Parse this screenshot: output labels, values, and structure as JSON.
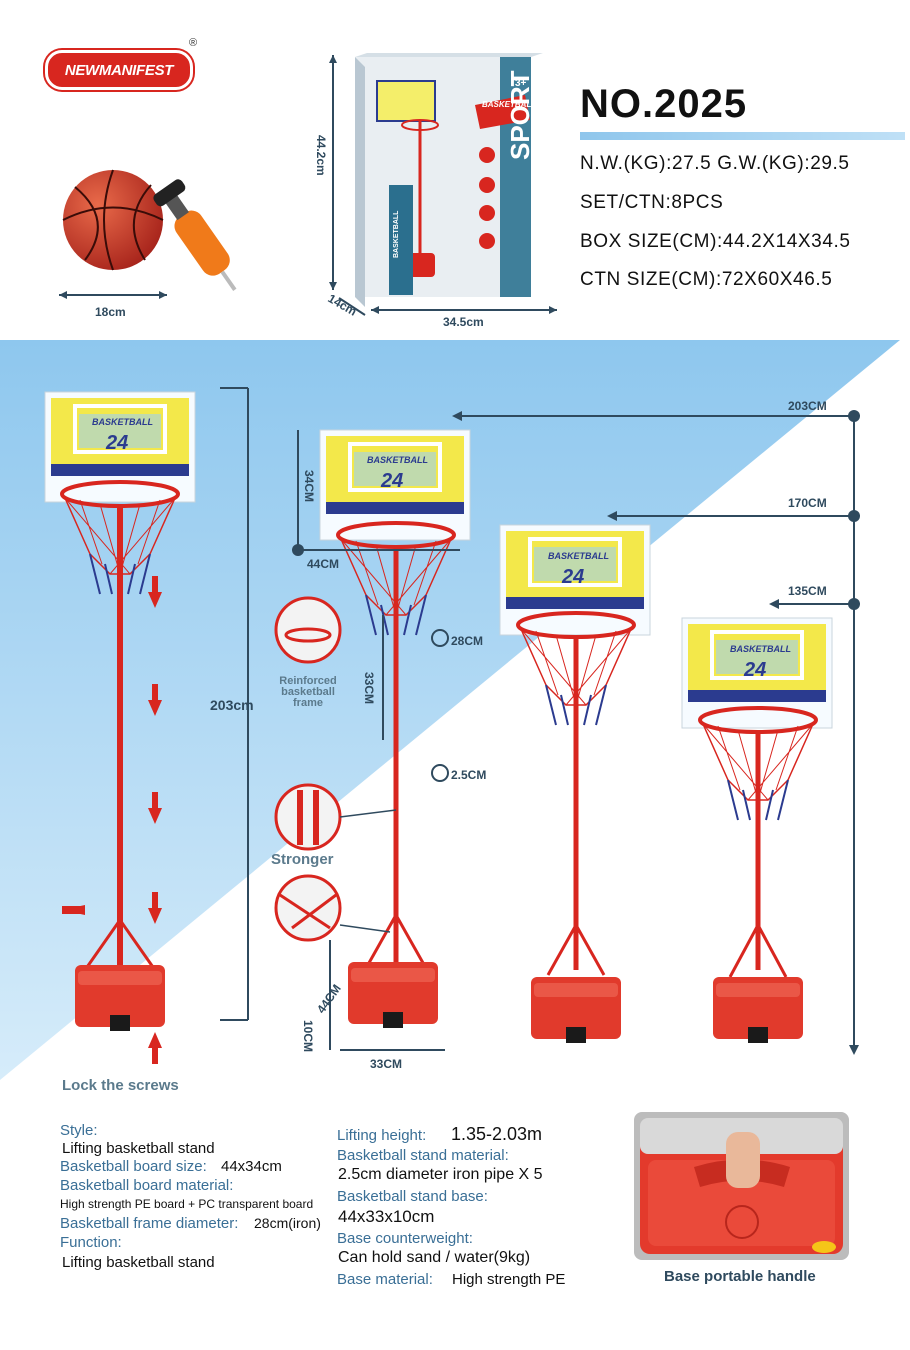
{
  "brand": {
    "logo_text": "NEWMANIFEST",
    "registered": "®"
  },
  "product": {
    "model": "NO.2025",
    "specs": [
      "N.W.(KG):27.5 G.W.(KG):29.5",
      "SET/CTN:8PCS",
      "BOX SIZE(CM):44.2X14X34.5",
      "CTN SIZE(CM):72X60X46.5"
    ]
  },
  "accessories": {
    "ball_size": "18cm"
  },
  "package": {
    "height": "44.2cm",
    "depth": "14cm",
    "width": "34.5cm",
    "box_texts": {
      "title": "SPORT",
      "subtitle": "SUPER power",
      "badge": "BASKETBALL HOOP",
      "side": "BASKETBALL",
      "age": "3+"
    }
  },
  "stand": {
    "number": "24",
    "board_label": "BASKETBALL",
    "heights": [
      "203CM",
      "170CM",
      "135CM"
    ],
    "full_height": "203cm",
    "board_height": "34CM",
    "board_width": "44CM",
    "rim_diameter": "28CM",
    "pole_gap": "33CM",
    "pipe_diameter": "2.5CM",
    "base_depth": "44CM",
    "base_height": "10CM",
    "base_width": "33CM",
    "reinforced": "Reinforced basketball frame",
    "stronger": "Stronger",
    "lock": "Lock the screws"
  },
  "details_left": [
    {
      "label": "Style:",
      "value": "Lifting basketball stand"
    },
    {
      "label": "Basketball board size:",
      "value": "44x34cm"
    },
    {
      "label": "Basketball board material:",
      "value": "High strength PE board + PC transparent board"
    },
    {
      "label": "Basketball frame diameter:",
      "value": "28cm(iron)"
    },
    {
      "label": "Function:",
      "value": "Lifting basketball stand"
    }
  ],
  "details_right": [
    {
      "label": "Lifting height:",
      "value": "1.35-2.03m"
    },
    {
      "label": "Basketball stand material:",
      "value": "2.5cm diameter iron pipe X 5"
    },
    {
      "label": "Basketball stand base:",
      "value": "44x33x10cm"
    },
    {
      "label": "Base counterweight:",
      "value": "Can hold sand / water(9kg)"
    },
    {
      "label": "Base material:",
      "value": "High strength PE"
    }
  ],
  "handle": {
    "caption": "Base portable handle"
  },
  "colors": {
    "red": "#d8261f",
    "board_yellow": "#f3e84a",
    "navy": "#2b3b8f",
    "sky": "#9fd0f0",
    "label_blue": "#3a6f96"
  }
}
